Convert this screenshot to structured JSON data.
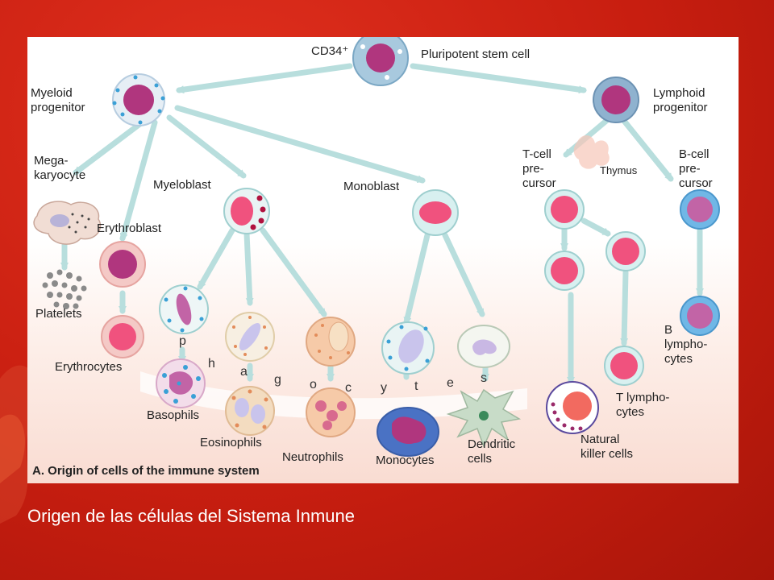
{
  "caption": "Origen de las células del Sistema Inmune",
  "figure": {
    "title": "A. Origin of cells of the immune system",
    "labels": {
      "cd34": "CD34⁺",
      "stem": "Pluripotent stem cell",
      "myeloid_1": "Myeloid",
      "myeloid_2": "progenitor",
      "lymphoid_1": "Lymphoid",
      "lymphoid_2": "progenitor",
      "mega_1": "Mega-",
      "mega_2": "karyocyte",
      "erythroblast": "Erythroblast",
      "myeloblast": "Myeloblast",
      "monoblast": "Monoblast",
      "tcell_1": "T-cell",
      "tcell_2": "pre-",
      "tcell_3": "cursor",
      "thymus": "Thymus",
      "bcell_1": "B-cell",
      "bcell_2": "pre-",
      "bcell_3": "cursor",
      "platelets": "Platelets",
      "erythrocytes": "Erythrocytes",
      "basophils": "Basophils",
      "eosinophils": "Eosinophils",
      "neutrophils": "Neutrophils",
      "monocytes": "Monocytes",
      "dendritic_1": "Dendritic",
      "dendritic_2": "cells",
      "nk_1": "Natural",
      "nk_2": "killer cells",
      "tlympho_1": "T lympho-",
      "tlympho_2": "cytes",
      "blympho_1": "B",
      "blympho_2": "lympho-",
      "blympho_3": "cytes"
    },
    "phagocytes_letters": [
      "p",
      "h",
      "a",
      "g",
      "o",
      "c",
      "y",
      "t",
      "e",
      "s"
    ]
  },
  "colors": {
    "slide_background": "#c81e10",
    "arrow": "#b8dedd",
    "nucleus_magenta": "#b0367e",
    "nucleus_pink": "#f0527e",
    "caption_text": "#ffffff"
  }
}
